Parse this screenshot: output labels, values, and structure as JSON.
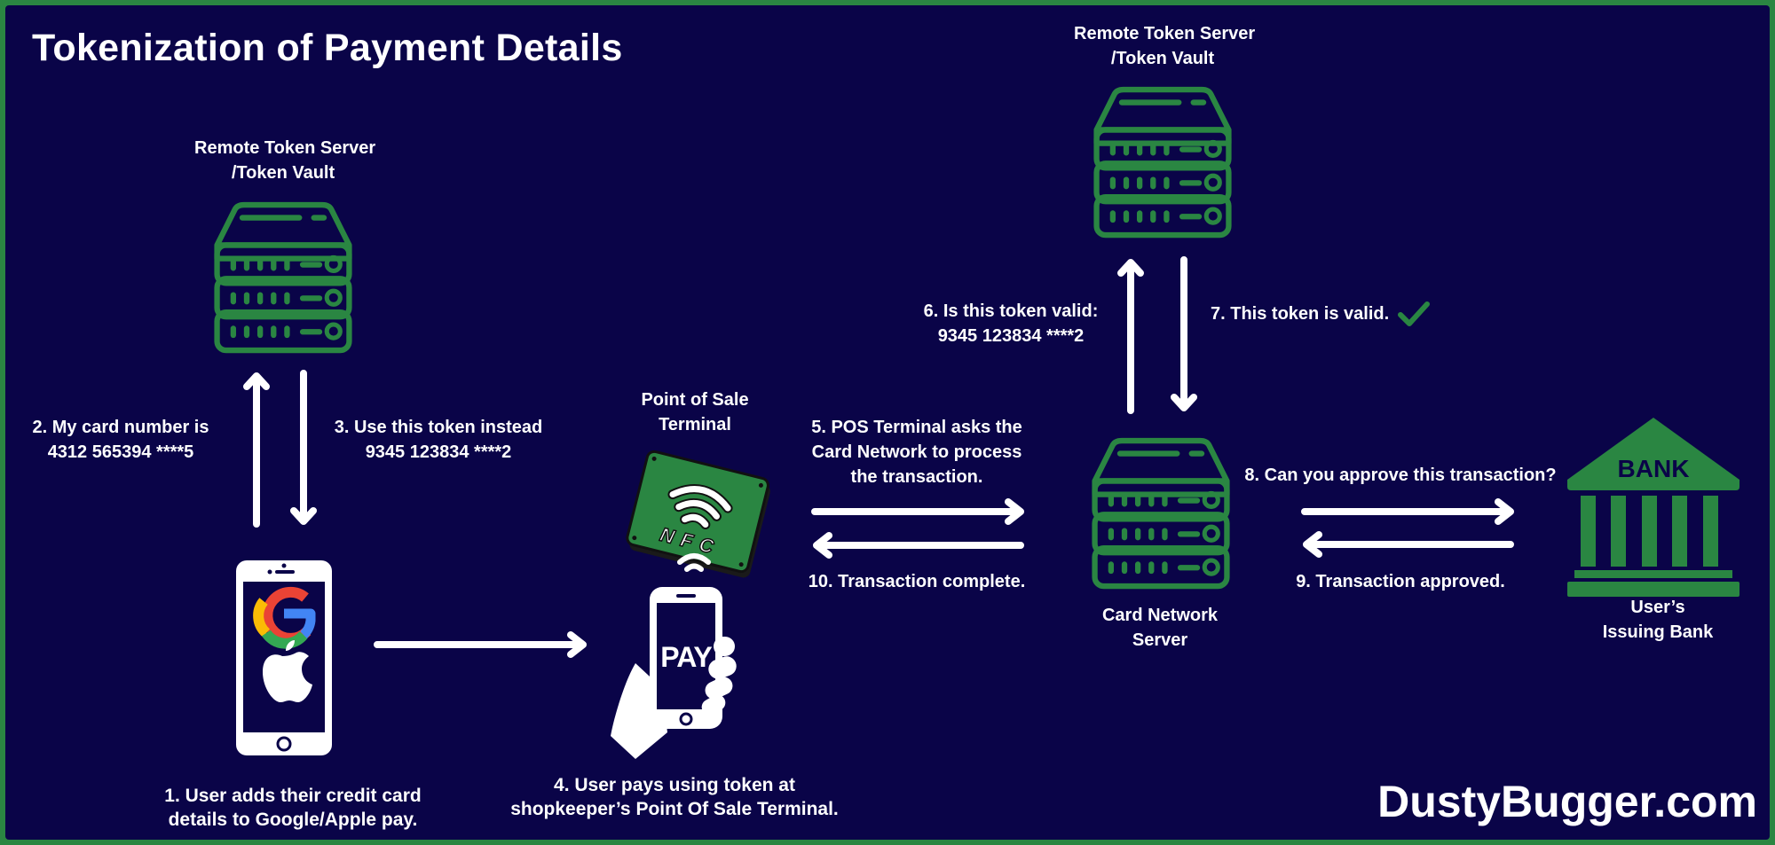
{
  "title": "Tokenization of Payment Details",
  "brand": "DustyBugger.com",
  "colors": {
    "background": "#0a0448",
    "border": "#2a8642",
    "icon_green": "#2a8642",
    "text": "#ffffff",
    "check": "#2a8642"
  },
  "nodes": {
    "token_server_left": {
      "label_line1": "Remote Token Server",
      "label_line2": "/Token Vault",
      "icon": "server-icon"
    },
    "token_server_top": {
      "label_line1": "Remote Token Server",
      "label_line2": "/Token Vault",
      "icon": "server-icon"
    },
    "user_phone": {
      "icon": "smartphone-icon",
      "logos": [
        "google-logo-icon",
        "apple-logo-icon"
      ]
    },
    "pos_terminal": {
      "label_line1": "Point of Sale",
      "label_line2": "Terminal",
      "nfc_text": "NFC",
      "icon": "nfc-terminal-icon"
    },
    "pay_phone": {
      "screen_text": "PAY",
      "icon": "hand-holding-phone-icon"
    },
    "card_network": {
      "label_line1": "Card Network",
      "label_line2": "Server",
      "icon": "server-icon"
    },
    "issuing_bank": {
      "label_line1": "User’s",
      "label_line2": "Issuing Bank",
      "sign_text": "BANK",
      "icon": "bank-icon"
    }
  },
  "steps": {
    "s1": {
      "line1": "1. User adds their credit card",
      "line2": "details to Google/Apple pay."
    },
    "s2": {
      "line1": "2. My card number is",
      "line2": "4312 565394 ****5"
    },
    "s3": {
      "line1": "3. Use this token instead",
      "line2": "9345 123834 ****2"
    },
    "s4": {
      "line1": "4. User pays using token at",
      "line2": "shopkeeper’s Point Of Sale Terminal."
    },
    "s5": {
      "line1": "5. POS Terminal asks the",
      "line2": "Card Network to process",
      "line3": "the transaction."
    },
    "s6": {
      "line1": "6. Is this token valid:",
      "line2": "9345 123834 ****2"
    },
    "s7": {
      "line1": "7. This token is valid.",
      "icon": "checkmark-icon"
    },
    "s8": {
      "line1": "8. Can you approve this transaction?"
    },
    "s9": {
      "line1": "9. Transaction approved."
    },
    "s10": {
      "line1": "10. Transaction complete."
    }
  },
  "arrows": [
    {
      "id": "phone-to-token-server",
      "direction": "up"
    },
    {
      "id": "token-server-to-phone",
      "direction": "down"
    },
    {
      "id": "phone-to-pos",
      "direction": "right"
    },
    {
      "id": "pos-to-card-network",
      "direction": "right"
    },
    {
      "id": "card-network-to-pos",
      "direction": "left"
    },
    {
      "id": "card-network-to-token-server",
      "direction": "up"
    },
    {
      "id": "token-server-to-card-network",
      "direction": "down"
    },
    {
      "id": "card-network-to-bank",
      "direction": "right"
    },
    {
      "id": "bank-to-card-network",
      "direction": "left"
    }
  ]
}
